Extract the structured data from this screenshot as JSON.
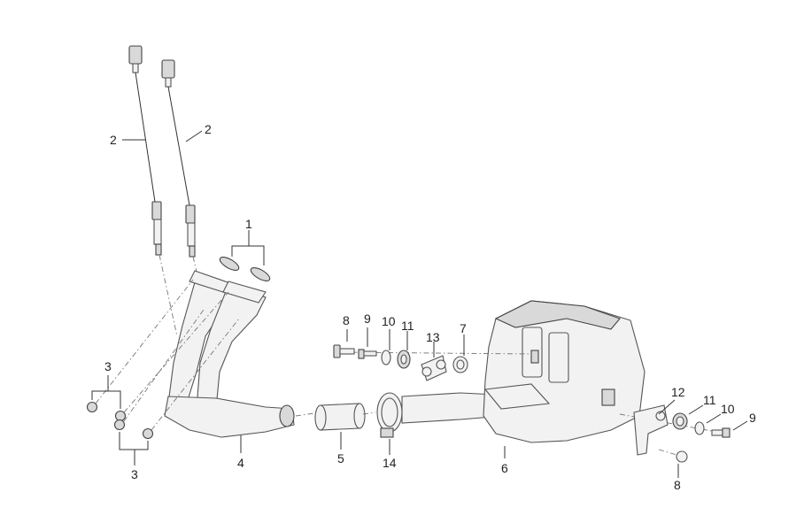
{
  "diagram": {
    "callouts": [
      {
        "id": "c2a",
        "label": "2"
      },
      {
        "id": "c2b",
        "label": "2"
      },
      {
        "id": "c1",
        "label": "1"
      },
      {
        "id": "c3a",
        "label": "3"
      },
      {
        "id": "c3b",
        "label": "3"
      },
      {
        "id": "c4",
        "label": "4"
      },
      {
        "id": "c5",
        "label": "5"
      },
      {
        "id": "c14",
        "label": "14"
      },
      {
        "id": "c8a",
        "label": "8"
      },
      {
        "id": "c9a",
        "label": "9"
      },
      {
        "id": "c10a",
        "label": "10"
      },
      {
        "id": "c11a",
        "label": "11"
      },
      {
        "id": "c13",
        "label": "13"
      },
      {
        "id": "c7",
        "label": "7"
      },
      {
        "id": "c6",
        "label": "6"
      },
      {
        "id": "c12",
        "label": "12"
      },
      {
        "id": "c11b",
        "label": "11"
      },
      {
        "id": "c10b",
        "label": "10"
      },
      {
        "id": "c9b",
        "label": "9"
      },
      {
        "id": "c8b",
        "label": "8"
      }
    ]
  }
}
